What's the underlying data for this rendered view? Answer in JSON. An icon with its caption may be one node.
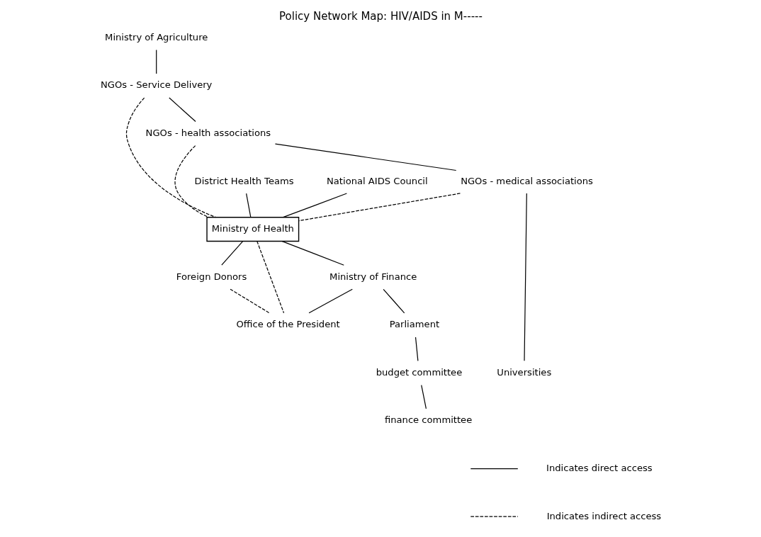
{
  "diagram": {
    "title": "Policy Network Map: HIV/AIDS in M-----",
    "nodes": [
      {
        "text": [
          "Ministry of Agriculture"
        ]
      },
      {
        "text": [
          "District Health Teams"
        ]
      },
      {
        "text": [
          "NGOs - Service Delivery"
        ]
      },
      {
        "text": [
          "Ministry of Health"
        ]
      },
      {
        "text": [
          "Foreign Donors"
        ]
      },
      {
        "text": [
          "National AIDS Council"
        ]
      },
      {
        "text": [
          "NGOs - health associations"
        ]
      },
      {
        "text": [
          "NGOs - medical associations"
        ]
      },
      {
        "text": [
          "Ministry of Finance"
        ]
      },
      {
        "text": [
          "Parliament"
        ]
      },
      {
        "text": [
          "budget committee"
        ]
      },
      {
        "text": [
          "finance committee"
        ]
      },
      {
        "text": [
          "Universities"
        ]
      },
      {
        "text": [
          "Office of the President"
        ]
      }
    ],
    "edges": [
      {
        "from": 0,
        "to": 2,
        "arrow": "none"
      },
      {
        "from": 1,
        "to": 3,
        "arrow": "none"
      },
      {
        "from": 2,
        "to": 3,
        "arrow": "none",
        "style": "dashed"
      },
      {
        "from": 2,
        "to": 6,
        "arrow": "none"
      },
      {
        "from": 5,
        "to": 3,
        "arrow": "none"
      },
      {
        "from": 3,
        "to": 4,
        "arrow": "none"
      },
      {
        "from": 6,
        "to": 7,
        "arrow": "none"
      },
      {
        "from": 6,
        "to": 3,
        "arrow": "none",
        "style": "dashed"
      },
      {
        "from": 7,
        "to": 3,
        "arrow": "none",
        "style": "dashed"
      },
      {
        "from": 7,
        "to": 12,
        "arrow": "none"
      },
      {
        "from": 3,
        "to": 8,
        "arrow": "none"
      },
      {
        "from": 3,
        "to": 13,
        "arrow": "none",
        "style": "dashed"
      },
      {
        "from": 4,
        "to": 13,
        "arrow": "none",
        "style": "dashed"
      },
      {
        "from": 8,
        "to": 9,
        "arrow": "none"
      },
      {
        "from": 8,
        "to": 13,
        "arrow": "none"
      },
      {
        "from": 9,
        "to": 10,
        "arrow": "none"
      },
      {
        "from": 10,
        "to": 11,
        "arrow": "none"
      }
    ],
    "legend": [
      {
        "text": "Indicates direct access"
      },
      {
        "text": "Indicates indirect access"
      }
    ]
  }
}
